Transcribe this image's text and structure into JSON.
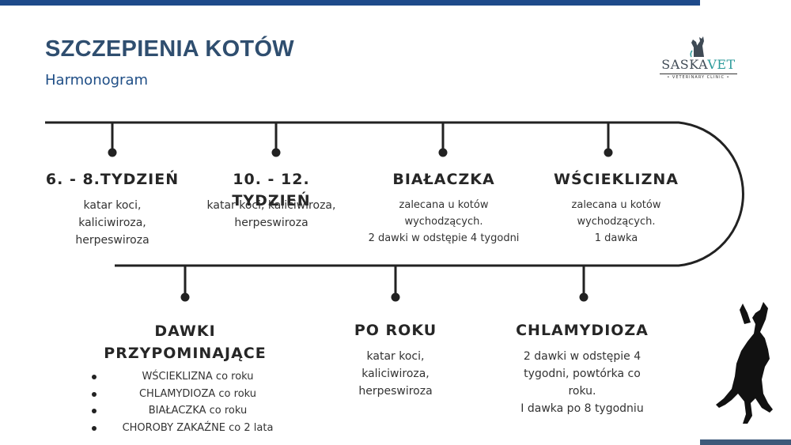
{
  "header": {
    "title": "SZCZEPIENIA KOTÓW",
    "subtitle": "Harmonogram"
  },
  "logo": {
    "name_part1": "SASKA",
    "name_part2": "VET",
    "tagline": "• VETERINARY CLINIC •"
  },
  "colors": {
    "accent_bar": "#1e4a8a",
    "title": "#2f4e6f",
    "logo_teal": "#2b9a9a"
  },
  "icons": [
    "cat-dog-logo-icon",
    "cat-silhouette-icon"
  ],
  "timeline_top": [
    {
      "heading": "6. - 8.TYDZIEŃ",
      "lines": [
        "katar koci,",
        "kaliciwiroza,",
        "herpeswiroza"
      ]
    },
    {
      "heading": "10. - 12. TYDZIEŃ",
      "lines": [
        "katar koci, kaliciwiroza,",
        "herpeswiroza"
      ]
    },
    {
      "heading": "BIAŁACZKA",
      "lines": [
        "zalecana u kotów",
        "wychodzących.",
        "2 dawki w odstępie 4 tygodni"
      ]
    },
    {
      "heading": "WŚCIEKLIZNA",
      "lines": [
        "zalecana u kotów",
        "wychodzących.",
        "1 dawka"
      ]
    }
  ],
  "timeline_bottom": [
    {
      "heading_lines": [
        "DAWKI",
        "PRZYPOMINAJĄCE"
      ],
      "bullets": [
        "WŚCIEKLIZNA co roku",
        "CHLAMYDIOZA co roku",
        "BIAŁACZKA co roku",
        "CHOROBY ZAKAŹNE co 2 lata"
      ]
    },
    {
      "heading": "PO ROKU",
      "lines": [
        "katar koci,",
        "kaliciwiroza,",
        "herpeswiroza"
      ]
    },
    {
      "heading": "CHLAMYDIOZA",
      "lines": [
        "2 dawki w odstępie 4",
        "tygodni, powtórka co",
        "roku.",
        "I dawka po 8 tygodniu"
      ]
    }
  ]
}
